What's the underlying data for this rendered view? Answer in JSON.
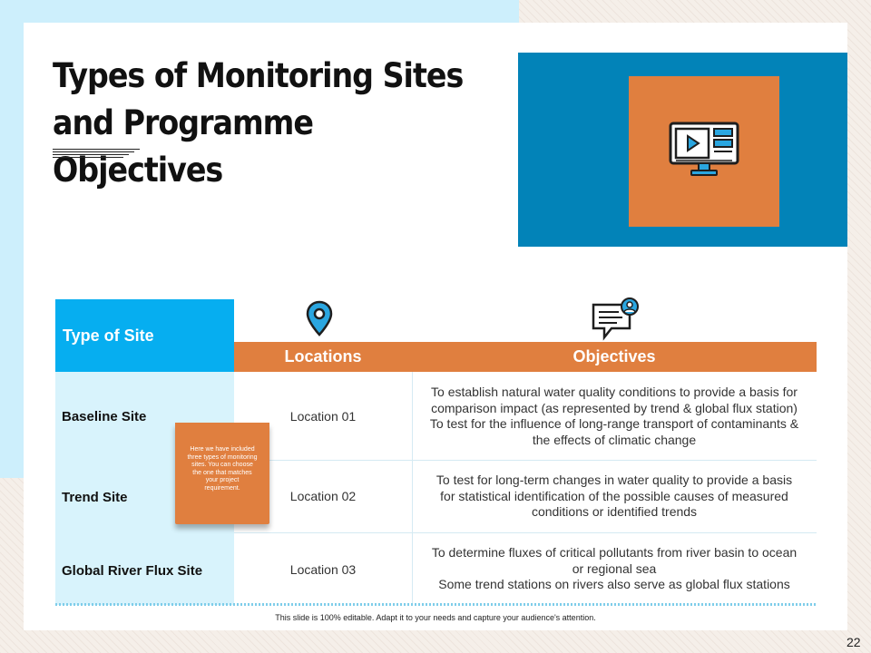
{
  "slide": {
    "title_line1": "Types of Monitoring Sites",
    "title_line2": "and Programme Objectives",
    "page_number": "22",
    "footer": "This slide is 100% editable.  Adapt it to your needs and capture your audience's attention."
  },
  "table": {
    "type_header": "Type of Site",
    "locations_header": "Locations",
    "objectives_header": "Objectives",
    "rows": [
      {
        "site": "Baseline Site",
        "location": "Location 01",
        "objective_lines": [
          "To establish natural water quality conditions to provide a basis for",
          "comparison impact (as represented by trend & global flux station)",
          "To test for the influence of long-range transport of contaminants &",
          "the effects of climatic change"
        ]
      },
      {
        "site": "Trend Site",
        "location": "Location 02",
        "objective_lines": [
          "To test for long-term changes in water quality to provide a basis",
          "for statistical identification of the possible causes of measured",
          "conditions or identified trends"
        ]
      },
      {
        "site": "Global River Flux Site",
        "location": "Location 03",
        "objective_lines": [
          "To determine fluxes of critical pollutants from river basin to ocean",
          "or regional sea",
          "Some trend stations on rivers also serve as global flux stations"
        ]
      }
    ]
  },
  "note": {
    "lines": [
      "Here we have included",
      "three types of monitoring",
      "sites. You can choose",
      "the one that matches",
      "your project",
      "requirement."
    ]
  },
  "icons": {
    "hero": "monitor-video-icon",
    "locations": "map-pin-icon",
    "objectives": "chat-user-icon"
  },
  "colors": {
    "accent_blue": "#06aef0",
    "hero_blue": "#0283b8",
    "accent_orange": "#e07f3f",
    "light_blue": "#d8f3fc"
  }
}
